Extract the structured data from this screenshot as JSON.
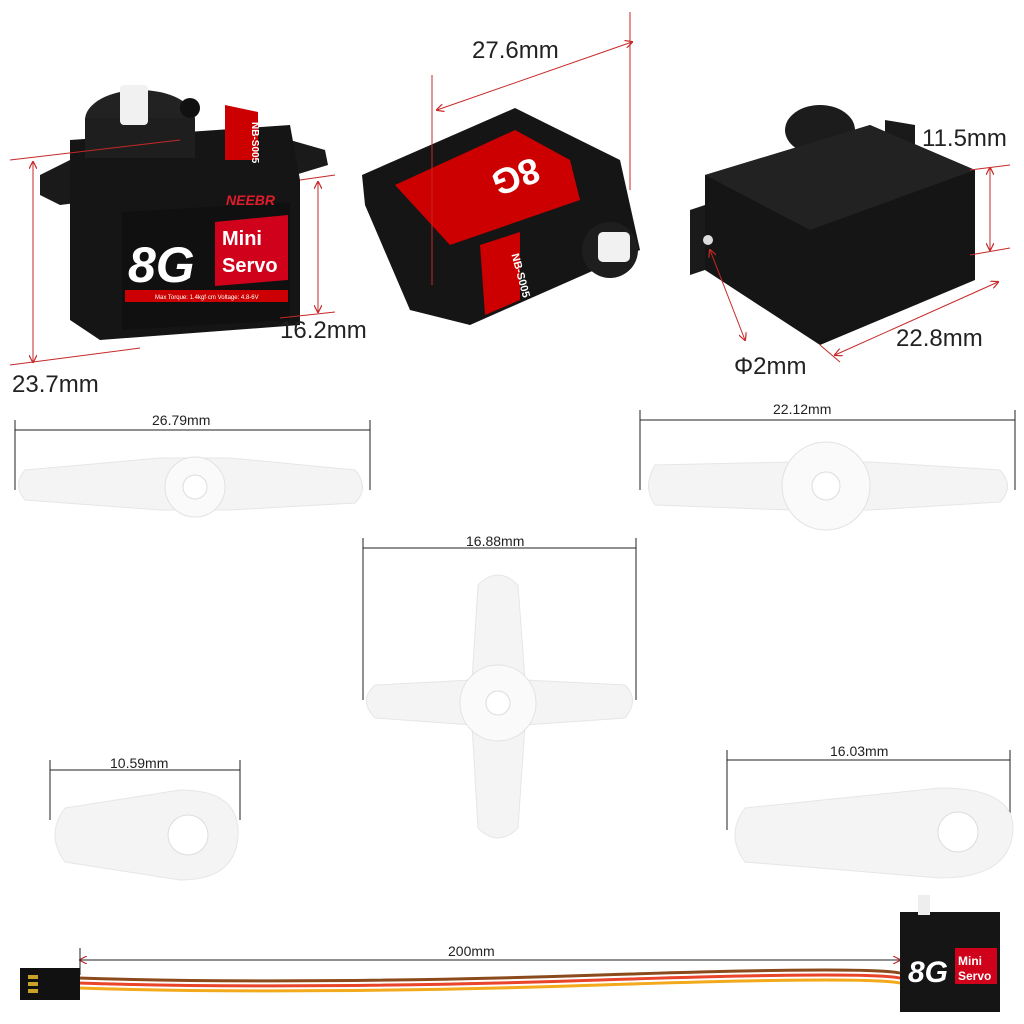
{
  "colors": {
    "accent_red": "#d0021b",
    "servo_body": "#151515",
    "horn_white": "#f4f4f4",
    "dim_line": "#c62828"
  },
  "servo_label": {
    "brand": "NEEBR",
    "weight": "8G",
    "line1": "Mini",
    "line2": "Servo",
    "spec": "Max Torque: 1.4kgf·cm  Voltage: 4.8-6V",
    "model": "NB-S005"
  },
  "dimensions": {
    "servo_height": "23.7mm",
    "servo_body_height": "16.2mm",
    "servo_length": "27.6mm",
    "servo_depth": "11.5mm",
    "servo_width": "22.8mm",
    "mount_hole": "Φ2mm",
    "horn_long": "26.79mm",
    "horn_double": "22.12mm",
    "horn_cross": "16.88mm",
    "horn_single_short": "10.59mm",
    "horn_single_long": "16.03mm",
    "cable_length": "200mm"
  }
}
